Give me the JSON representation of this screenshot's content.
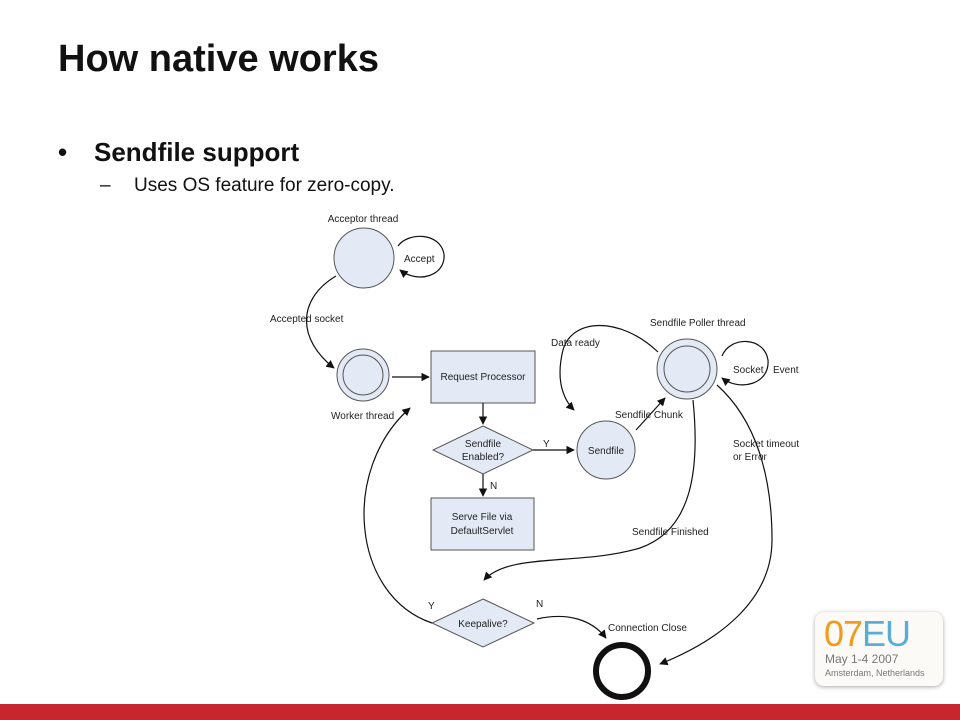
{
  "slide": {
    "title": "How native works",
    "bullet": "Sendfile support",
    "bullet_marker": "•",
    "sub_bullet": "Uses OS feature for zero-copy.",
    "sub_marker": "–"
  },
  "diagram": {
    "nodes": {
      "acceptor_thread": "Acceptor thread",
      "accept": "Accept",
      "worker_thread": "Worker thread",
      "request_processor": "Request Processor",
      "sendfile_enabled_1": "Sendfile",
      "sendfile_enabled_2": "Enabled?",
      "sendfile": "Sendfile",
      "serve_file_1": "Serve File via",
      "serve_file_2": "DefaultServlet",
      "sendfile_poller_thread": "Sendfile Poller thread",
      "socket": "Socket",
      "event": "Event",
      "keepalive": "Keepalive?",
      "connection_close": "Connection Close"
    },
    "edges": {
      "accepted_socket": "Accepted socket",
      "data_ready": "Data ready",
      "sendfile_chunk": "Sendfile Chunk",
      "yes_1": "Y",
      "no_1": "N",
      "socket_timeout_1": "Socket timeout",
      "socket_timeout_2": "or Error",
      "sendfile_finished": "Sendfile Finished",
      "yes_2": "Y",
      "no_2": "N"
    },
    "colors": {
      "node_fill": "#e3eaf5",
      "node_stroke": "#555555"
    }
  },
  "logo": {
    "year": "07",
    "region": "EU",
    "dates": "May 1-4 2007",
    "place": "Amsterdam, Netherlands"
  },
  "colors": {
    "footer_bar": "#c8262e",
    "logo_orange": "#f29a1d",
    "logo_blue": "#5aaed6"
  }
}
